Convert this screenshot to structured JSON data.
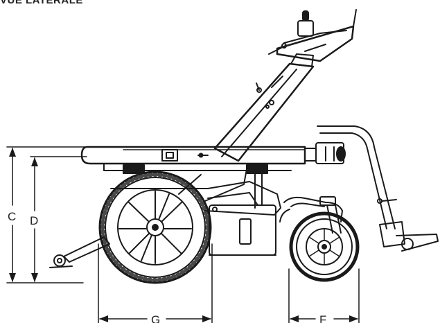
{
  "title": "VUE LATERALE",
  "dimensions": {
    "c": "C",
    "d": "D",
    "g": "G",
    "f": "F"
  },
  "colors": {
    "line": "#1a1a1a",
    "background": "#ffffff"
  }
}
